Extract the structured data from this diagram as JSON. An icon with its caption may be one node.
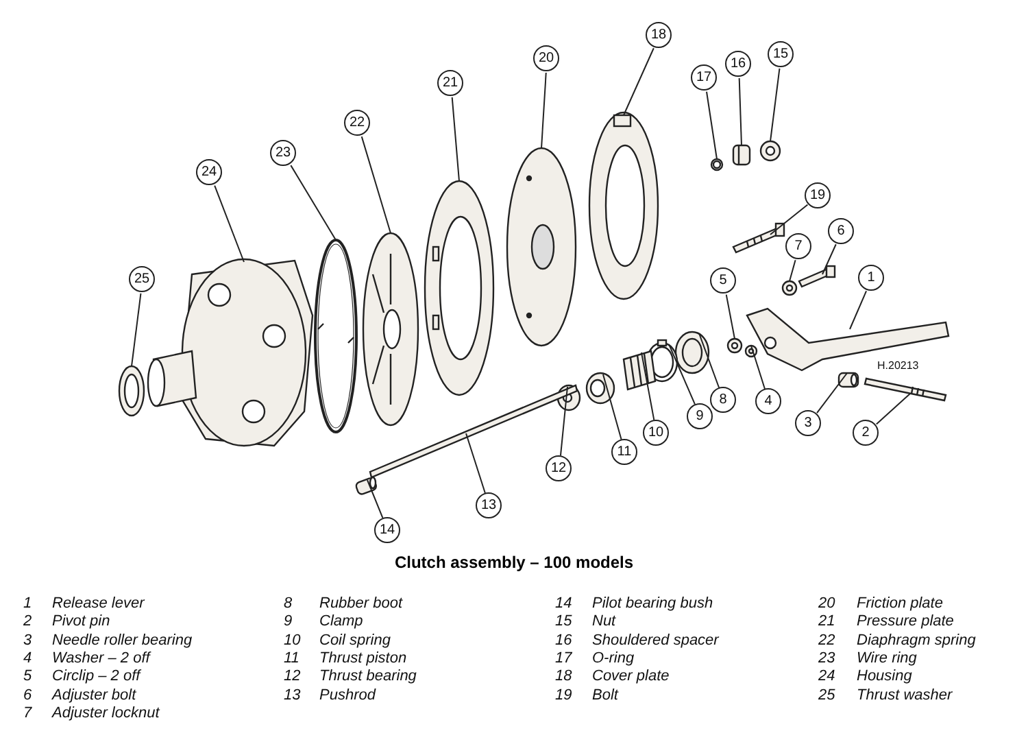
{
  "diagram": {
    "title": "Clutch assembly – 100 models",
    "nodes": [
      {
        "text": [
          "1"
        ]
      },
      {
        "text": [
          "2"
        ]
      },
      {
        "text": [
          "3"
        ]
      },
      {
        "text": [
          "4"
        ]
      },
      {
        "text": [
          "5"
        ]
      },
      {
        "text": [
          "6"
        ]
      },
      {
        "text": [
          "7"
        ]
      },
      {
        "text": [
          "8"
        ]
      },
      {
        "text": [
          "9"
        ]
      },
      {
        "text": [
          "10"
        ]
      },
      {
        "text": [
          "11"
        ]
      },
      {
        "text": [
          "12"
        ]
      },
      {
        "text": [
          "13"
        ]
      },
      {
        "text": [
          "14"
        ]
      },
      {
        "text": [
          "15"
        ]
      },
      {
        "text": [
          "16"
        ]
      },
      {
        "text": [
          "17"
        ]
      },
      {
        "text": [
          "18"
        ]
      },
      {
        "text": [
          "19"
        ]
      },
      {
        "text": [
          "20"
        ]
      },
      {
        "text": [
          "21"
        ]
      },
      {
        "text": [
          "22"
        ]
      },
      {
        "text": [
          "23"
        ]
      },
      {
        "text": [
          "24"
        ]
      },
      {
        "text": [
          "25"
        ]
      },
      {
        "text": [],
        "shape": "picture"
      },
      {
        "text": [],
        "shape": "picture"
      },
      {
        "text": [],
        "shape": "picture"
      },
      {
        "text": [],
        "shape": "picture"
      },
      {
        "text": [],
        "shape": "picture"
      },
      {
        "text": [],
        "shape": "picture"
      },
      {
        "text": [],
        "shape": "picture"
      },
      {
        "text": [],
        "shape": "picture"
      },
      {
        "text": [],
        "shape": "picture"
      },
      {
        "text": [],
        "shape": "picture"
      },
      {
        "text": [],
        "shape": "picture"
      },
      {
        "text": [],
        "shape": "picture"
      },
      {
        "text": [],
        "shape": "picture"
      },
      {
        "text": [],
        "shape": "picture"
      },
      {
        "text": [],
        "shape": "picture"
      },
      {
        "text": [],
        "shape": "picture"
      },
      {
        "text": [],
        "shape": "picture"
      },
      {
        "text": [],
        "shape": "picture"
      },
      {
        "text": [],
        "shape": "picture"
      },
      {
        "text": [],
        "shape": "picture"
      },
      {
        "text": [],
        "shape": "picture"
      },
      {
        "text": [],
        "shape": "picture"
      },
      {
        "text": [],
        "shape": "picture"
      },
      {
        "text": [],
        "shape": "picture"
      },
      {
        "text": [],
        "shape": "picture"
      }
    ],
    "edges": [
      {
        "from": 0,
        "to": 25,
        "arrow": "none"
      },
      {
        "from": 1,
        "to": 26,
        "arrow": "none"
      },
      {
        "from": 2,
        "to": 27,
        "arrow": "none"
      },
      {
        "from": 3,
        "to": 28,
        "arrow": "none"
      },
      {
        "from": 4,
        "to": 29,
        "arrow": "none"
      },
      {
        "from": 5,
        "to": 30,
        "arrow": "none"
      },
      {
        "from": 6,
        "to": 31,
        "arrow": "none"
      },
      {
        "from": 7,
        "to": 32,
        "arrow": "none"
      },
      {
        "from": 8,
        "to": 33,
        "arrow": "none"
      },
      {
        "from": 9,
        "to": 34,
        "arrow": "none"
      },
      {
        "from": 10,
        "to": 35,
        "arrow": "none"
      },
      {
        "from": 11,
        "to": 36,
        "arrow": "none"
      },
      {
        "from": 12,
        "to": 37,
        "arrow": "none"
      },
      {
        "from": 13,
        "to": 38,
        "arrow": "none"
      },
      {
        "from": 14,
        "to": 39,
        "arrow": "none"
      },
      {
        "from": 15,
        "to": 40,
        "arrow": "none"
      },
      {
        "from": 16,
        "to": 41,
        "arrow": "none"
      },
      {
        "from": 17,
        "to": 42,
        "arrow": "none"
      },
      {
        "from": 18,
        "to": 43,
        "arrow": "none"
      },
      {
        "from": 19,
        "to": 44,
        "arrow": "none"
      },
      {
        "from": 20,
        "to": 45,
        "arrow": "none"
      },
      {
        "from": 21,
        "to": 46,
        "arrow": "none"
      },
      {
        "from": 22,
        "to": 47,
        "arrow": "none"
      },
      {
        "from": 23,
        "to": 48,
        "arrow": "none"
      },
      {
        "from": 24,
        "to": 49,
        "arrow": "none"
      }
    ],
    "labels": [
      "H.20213",
      "1",
      "Release lever",
      "2",
      "Pivot pin",
      "3",
      "Needle roller bearing",
      "4",
      "Washer – 2 off",
      "5",
      "Circlip – 2 off",
      "6",
      "Adjuster bolt",
      "7",
      "Adjuster locknut",
      "8",
      "Rubber boot",
      "9",
      "Clamp",
      "10",
      "Coil spring",
      "11",
      "Thrust piston",
      "12",
      "Thrust bearing",
      "13",
      "Pushrod",
      "14",
      "Pilot bearing bush",
      "15",
      "Nut",
      "16",
      "Shouldered spacer",
      "17",
      "O-ring",
      "18",
      "Cover plate",
      "19",
      "Bolt",
      "20",
      "Friction plate",
      "21",
      "Pressure plate",
      "22",
      "Diaphragm spring",
      "23",
      "Wire ring",
      "24",
      "Housing",
      "25",
      "Thrust washer"
    ]
  }
}
